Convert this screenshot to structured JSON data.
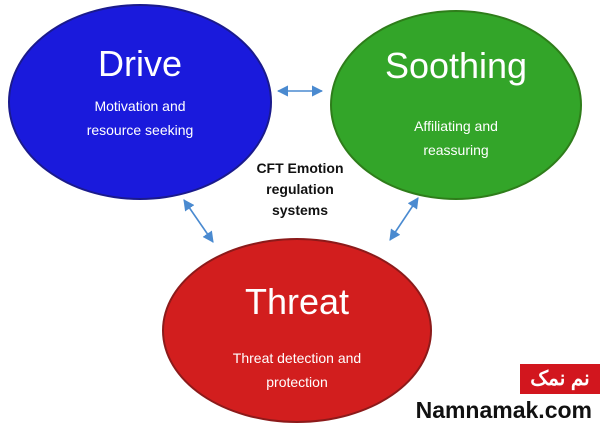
{
  "colors": {
    "drive": "#1a1adc",
    "soothing": "#33a529",
    "threat": "#d21e1e",
    "arrow": "#4a8ad0",
    "logo": "#d2161e"
  },
  "nodes": [
    {
      "id": "drive",
      "title": "Drive",
      "lines": [
        "Motivation and",
        "resource seeking"
      ]
    },
    {
      "id": "soothing",
      "title": "Soothing",
      "lines": [
        "Affiliating and",
        "reassuring"
      ]
    },
    {
      "id": "threat",
      "title": "Threat",
      "lines": [
        "Threat detection and",
        "protection"
      ]
    }
  ],
  "center_label": [
    "CFT Emotion",
    "regulation",
    "systems"
  ],
  "edges": [
    {
      "from": "drive",
      "to": "soothing",
      "style": "bidirectional"
    },
    {
      "from": "drive",
      "to": "threat",
      "style": "bidirectional"
    },
    {
      "from": "soothing",
      "to": "threat",
      "style": "bidirectional"
    }
  ],
  "watermark": {
    "logo_text": "نم نمک",
    "site": "Namnamak.com"
  }
}
